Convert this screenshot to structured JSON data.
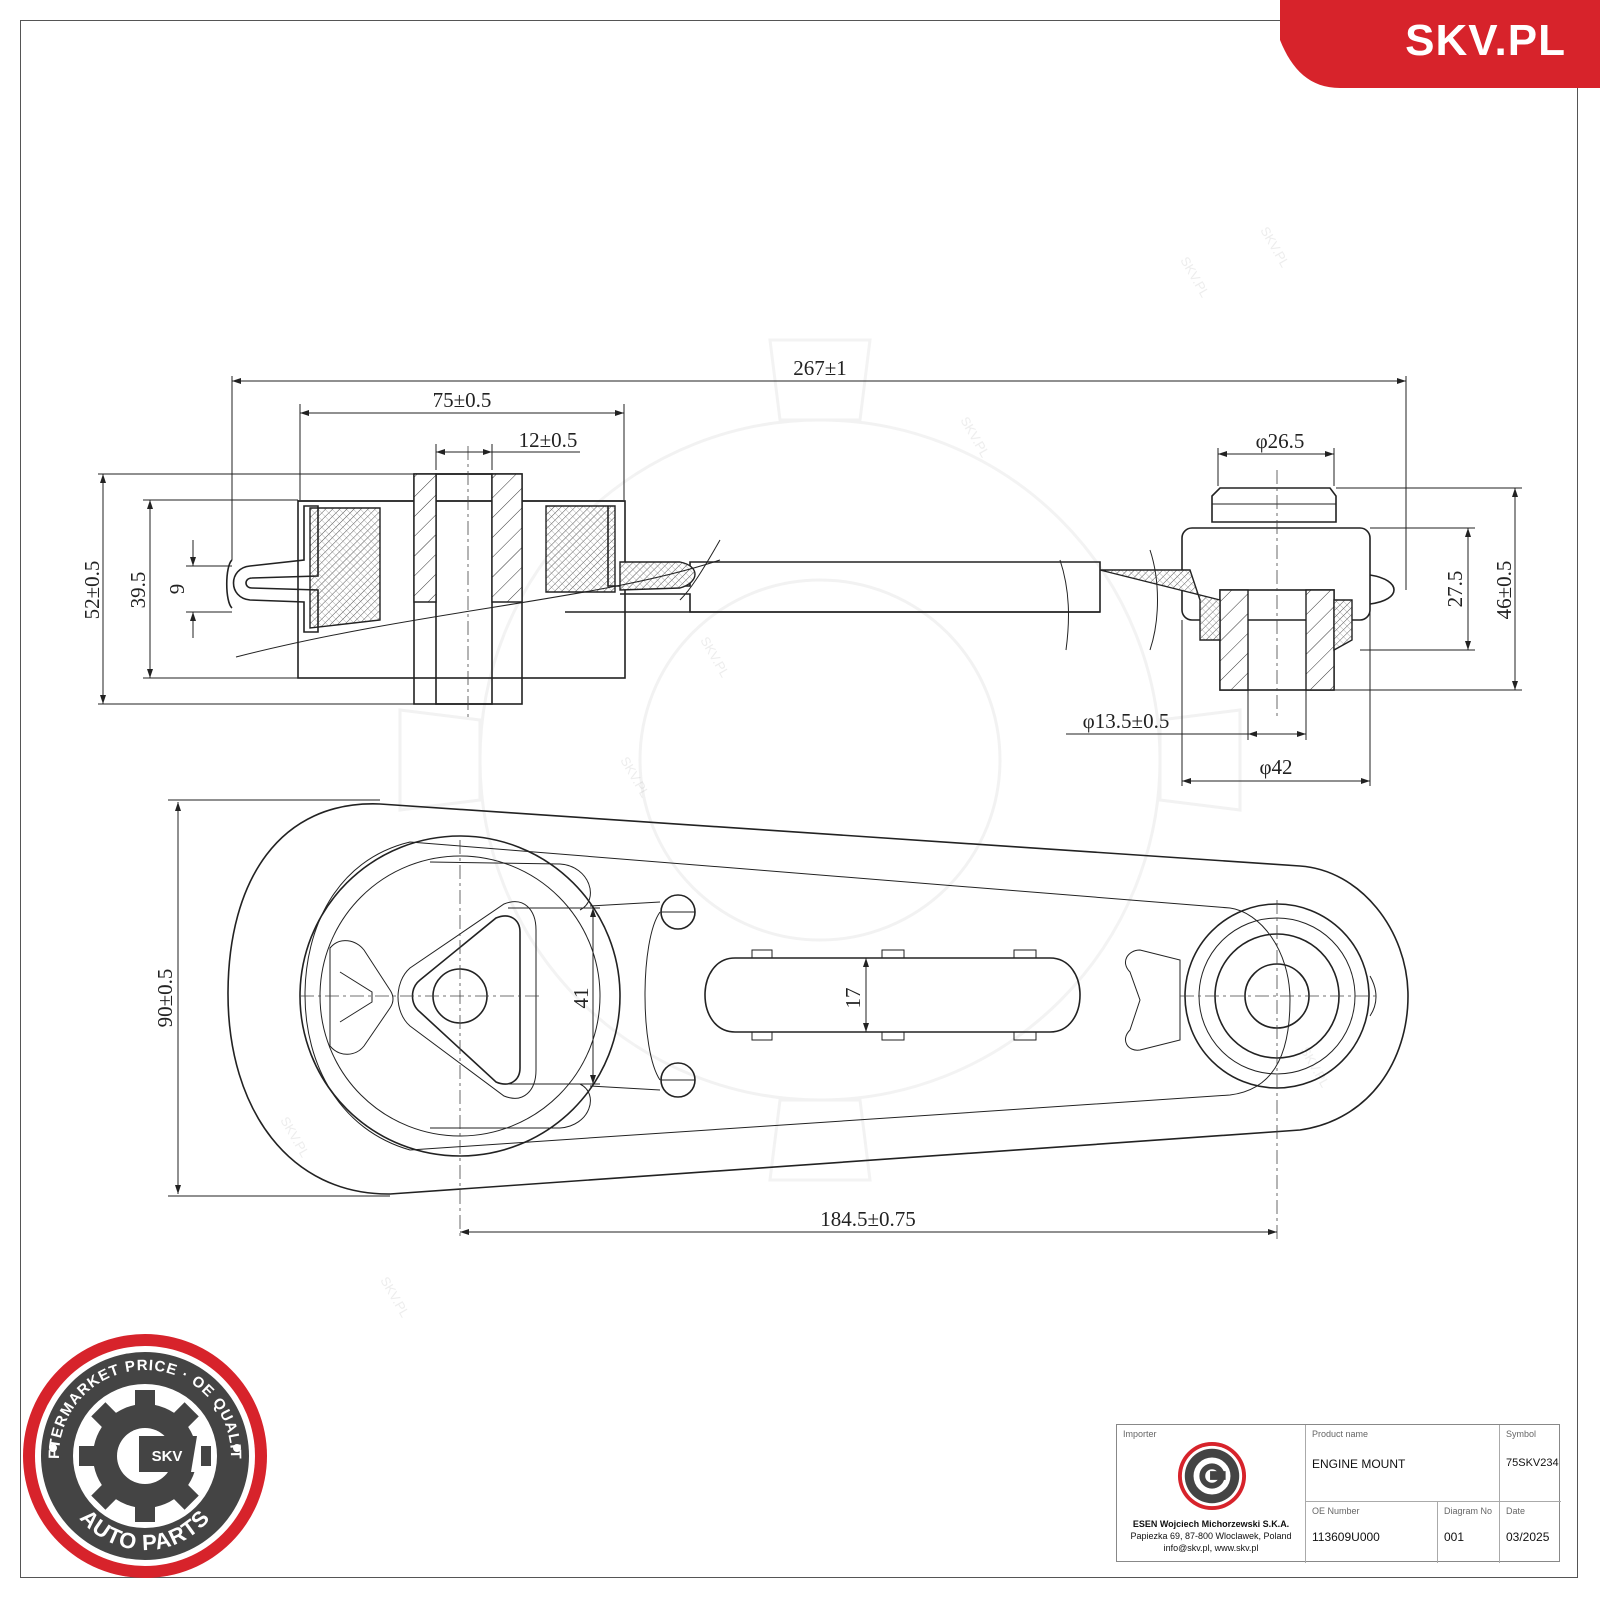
{
  "brand": {
    "name": "SKV.PL",
    "color": "#d7232b"
  },
  "seal": {
    "ring_text_top": "AFTERMARKET PRICE · OE QUALITY",
    "ring_text_bottom": "AUTO PARTS",
    "center_text": "SKV",
    "ring_color": "#d7232b",
    "center_color": "#444444"
  },
  "watermark": {
    "text": "SKV.PL"
  },
  "dimensions": {
    "total_length": "267±1",
    "body_width": "75±0.5",
    "bolt_width": "12±0.5",
    "bushing_top_dia": "φ26.5",
    "left_height": "52±0.5",
    "left_inner_height": "39.5",
    "flange_thickness": "9",
    "right_inner_height": "27.5",
    "right_height": "46±0.5",
    "bore_dia": "φ13.5±0.5",
    "bushing_outer_dia": "φ42",
    "plan_width": "90±0.5",
    "plan_triangle": "41",
    "slot_width": "17",
    "center_distance": "184.5±0.75"
  },
  "title_block": {
    "importer_label": "Importer",
    "importer_name": "ESEN Wojciech Michorzewski S.K.A.",
    "importer_address": "Papiezka 69, 87-800 Wloclawek, Poland",
    "importer_contact": "info@skv.pl, www.skv.pl",
    "product_label": "Product name",
    "product_value": "ENGINE MOUNT",
    "symbol_label": "Symbol",
    "symbol_value": "75SKV234",
    "oe_label": "OE Number",
    "oe_value": "113609U000",
    "diagram_label": "Diagram No",
    "diagram_value": "001",
    "date_label": "Date",
    "date_value": "03/2025"
  }
}
